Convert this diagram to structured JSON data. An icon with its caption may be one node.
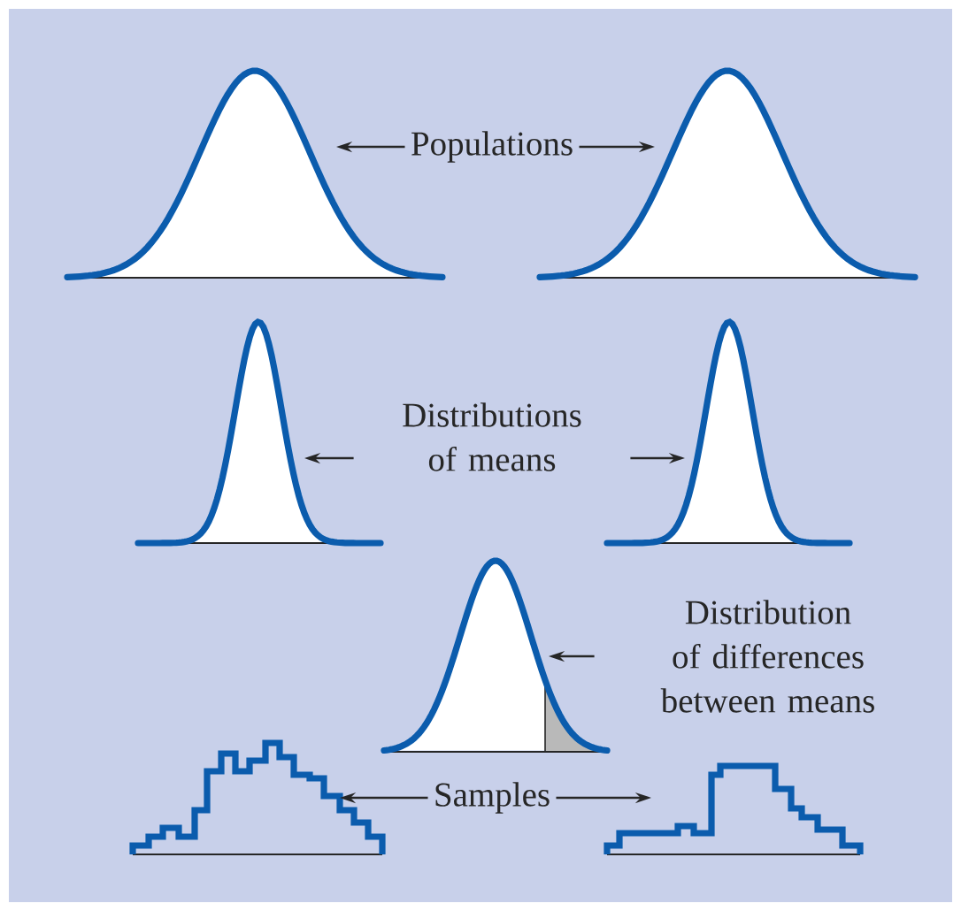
{
  "diagram": {
    "nodes": [
      {
        "text": [],
        "shape": "picture"
      },
      {
        "text": [
          "Populations"
        ]
      },
      {
        "text": [],
        "shape": "picture"
      },
      {
        "text": [],
        "shape": "picture"
      },
      {
        "text": [
          "Distributions of means"
        ]
      },
      {
        "text": [],
        "shape": "picture"
      },
      {
        "text": [],
        "shape": "picture"
      },
      {
        "text": [
          "Distribution of differences between means"
        ]
      },
      {
        "text": [],
        "shape": "picture"
      },
      {
        "text": [
          "Samples"
        ]
      },
      {
        "text": [],
        "shape": "picture"
      }
    ],
    "edges": [
      {
        "from": 1,
        "to": 0,
        "arrow": "to"
      },
      {
        "from": 1,
        "to": 2,
        "arrow": "to"
      },
      {
        "from": 4,
        "to": 3,
        "arrow": "to"
      },
      {
        "from": 4,
        "to": 5,
        "arrow": "to"
      },
      {
        "from": 7,
        "to": 6,
        "arrow": "to"
      },
      {
        "from": 9,
        "to": 8,
        "arrow": "to"
      },
      {
        "from": 9,
        "to": 10,
        "arrow": "to"
      }
    ]
  }
}
